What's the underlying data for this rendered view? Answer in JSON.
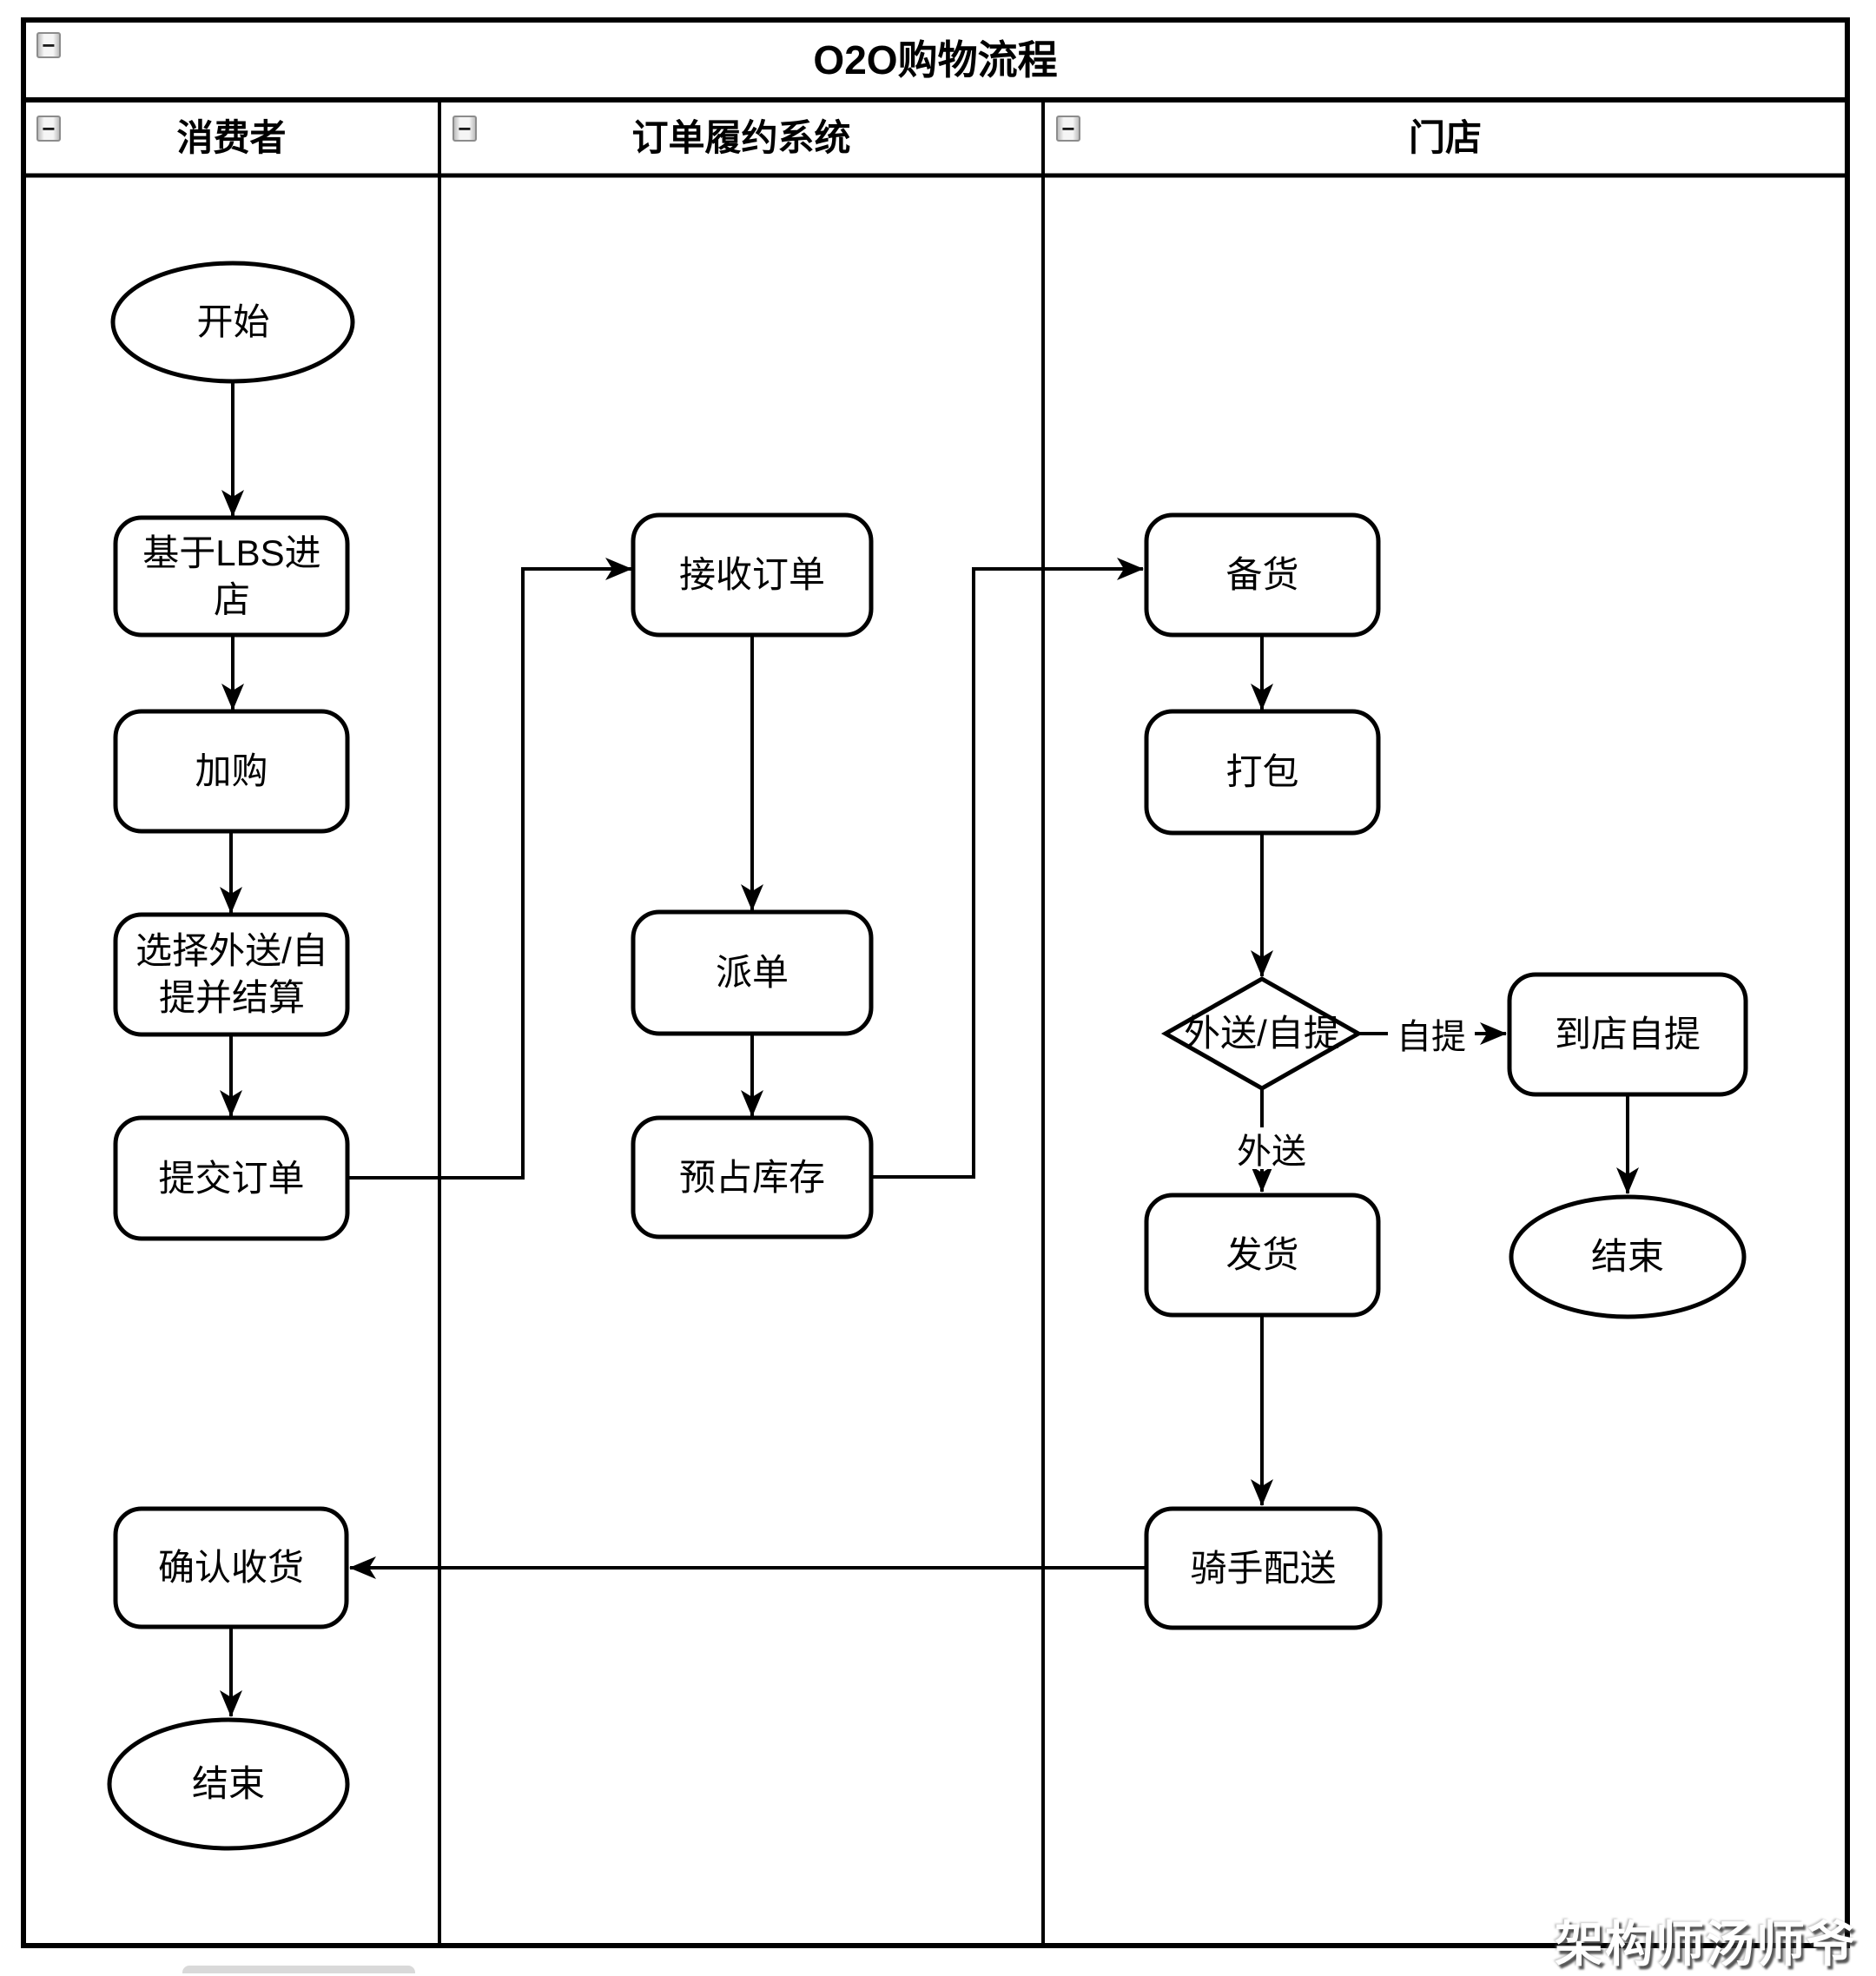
{
  "title": "O2O购物流程",
  "lanes": [
    {
      "label": "消费者"
    },
    {
      "label": "订单履约系统"
    },
    {
      "label": "门店"
    }
  ],
  "collapse_glyph": "−",
  "nodes": {
    "start": "开始",
    "lbs_entry": "基于LBS进店",
    "add_to_cart": "加购",
    "select_mode": "选择外送/自提并结算",
    "submit_order": "提交订单",
    "confirm_receipt": "确认收货",
    "end_consumer": "结束",
    "receive_order": "接收订单",
    "dispatch_order": "派单",
    "reserve_stock": "预占库存",
    "prepare_goods": "备货",
    "pack": "打包",
    "decision_mode": "外送/自提",
    "store_pickup": "到店自提",
    "ship": "发货",
    "end_store": "结束",
    "rider_delivery": "骑手配送"
  },
  "edge_labels": {
    "pickup": "自提",
    "delivery": "外送"
  },
  "watermark": "架构师汤师爷",
  "colors": {
    "stroke": "#000000",
    "fill": "#ffffff",
    "watermark": "#ffffff"
  }
}
